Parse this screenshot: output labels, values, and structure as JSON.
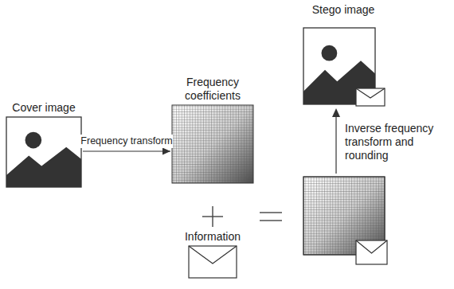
{
  "diagram": {
    "nodes": [
      {
        "text": [
          "Cover image"
        ]
      },
      {
        "text": [
          "Frequency coefficients"
        ]
      },
      {
        "text": [
          "Information"
        ]
      },
      {
        "text": [
          "Stego image"
        ]
      }
    ],
    "edges": [
      {
        "from": 0,
        "to": 1,
        "label": "Frequency transform",
        "arrow": "to"
      }
    ],
    "labels": [
      "Inverse frequency transform and rounding"
    ]
  }
}
